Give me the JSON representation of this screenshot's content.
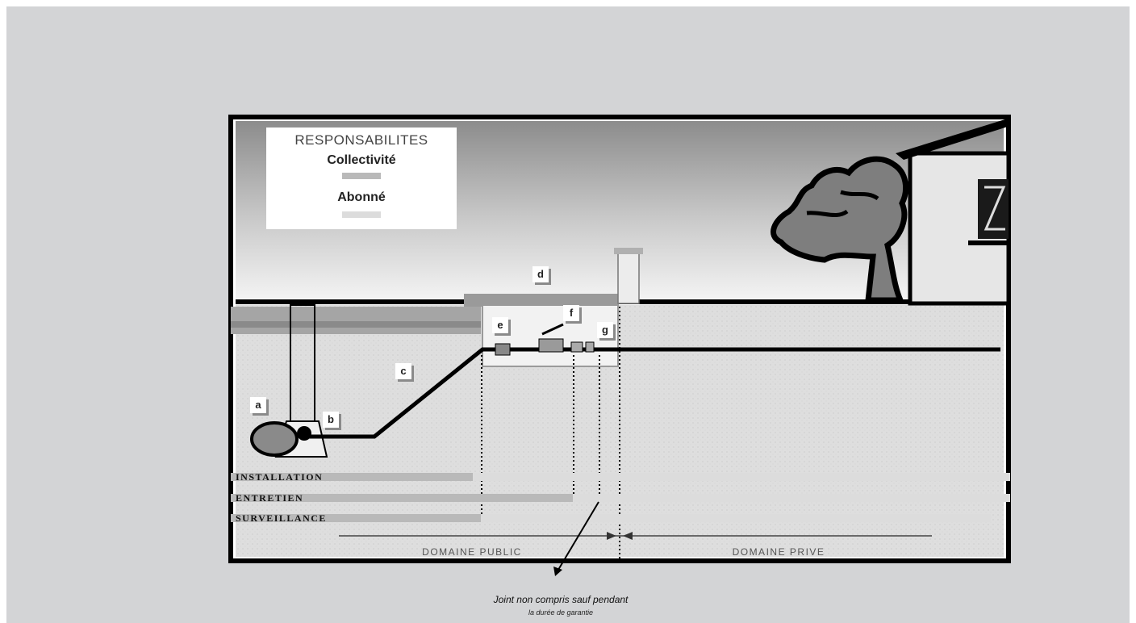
{
  "legend": {
    "title": "RESPONSABILITES",
    "collectivite": "Collectivité",
    "abonne": "Abonné"
  },
  "tags": [
    "a",
    "b",
    "c",
    "d",
    "e",
    "f",
    "g"
  ],
  "bars": {
    "installation": "INSTALLATION",
    "entretien": "ENTRETIEN",
    "surveillance": "SURVEILLANCE"
  },
  "domains": {
    "public": "DOMAINE PUBLIC",
    "prive": "DOMAINE PRIVE"
  },
  "note": {
    "line1": "Joint non compris sauf pendant",
    "line2": "la durée de garantie"
  },
  "colors": {
    "background": "#d3d4d6",
    "frame": "#000000",
    "collectivite": "#b9b9b9",
    "abonne": "#dcdcdc",
    "ground": "#dedede"
  }
}
